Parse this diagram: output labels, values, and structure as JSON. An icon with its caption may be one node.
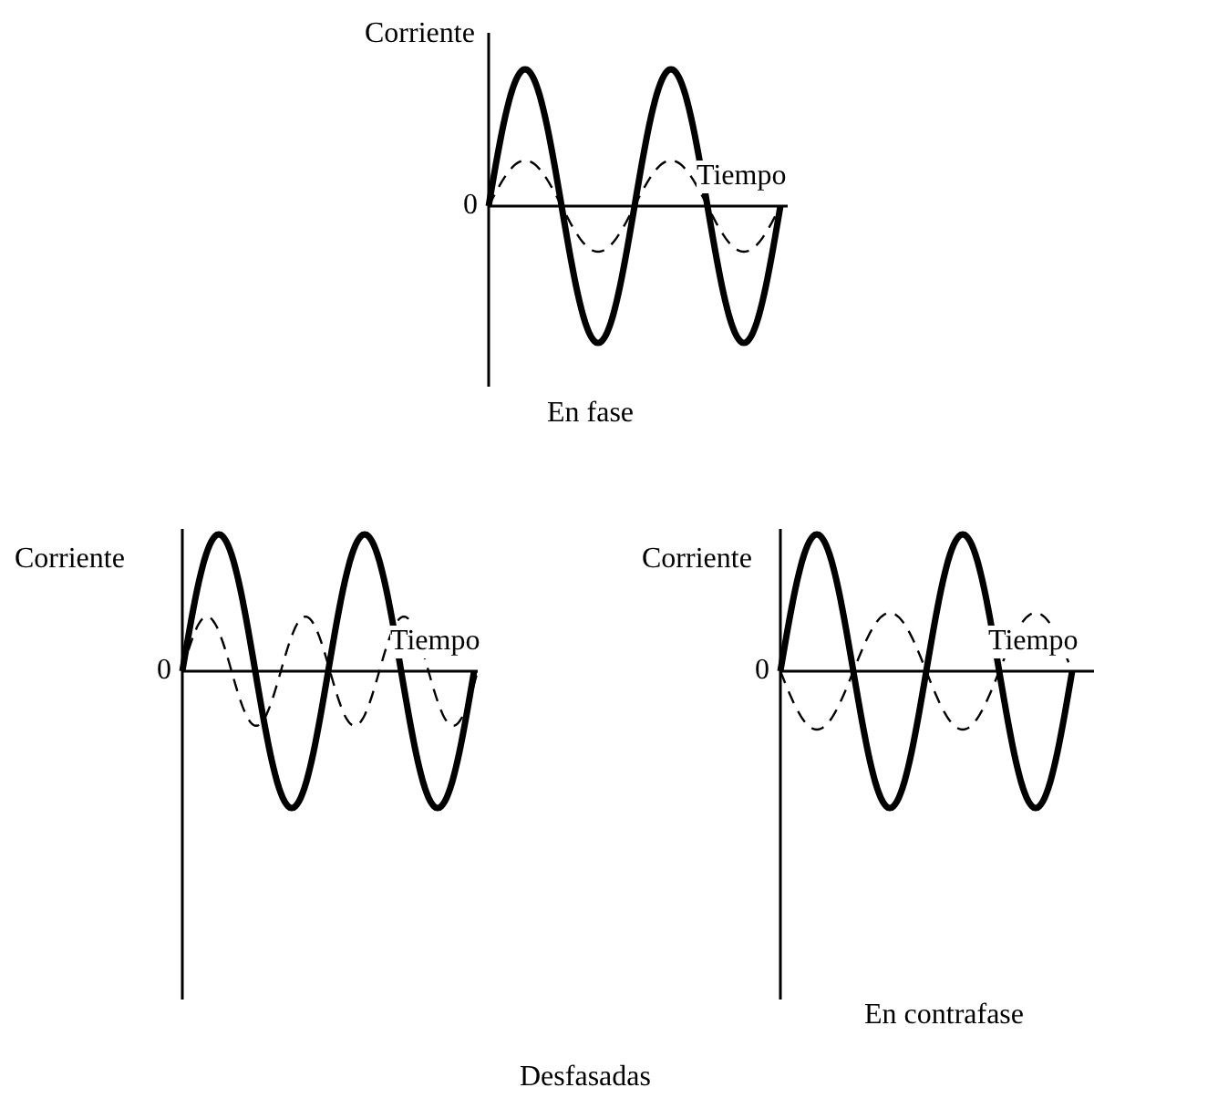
{
  "diagram": {
    "labels": [
      "Corriente",
      "Tiempo",
      "0",
      "En fase",
      "Corriente",
      "Tiempo",
      "0",
      "Corriente",
      "Tiempo",
      "0",
      "En contrafase",
      "Desfasadas"
    ]
  }
}
